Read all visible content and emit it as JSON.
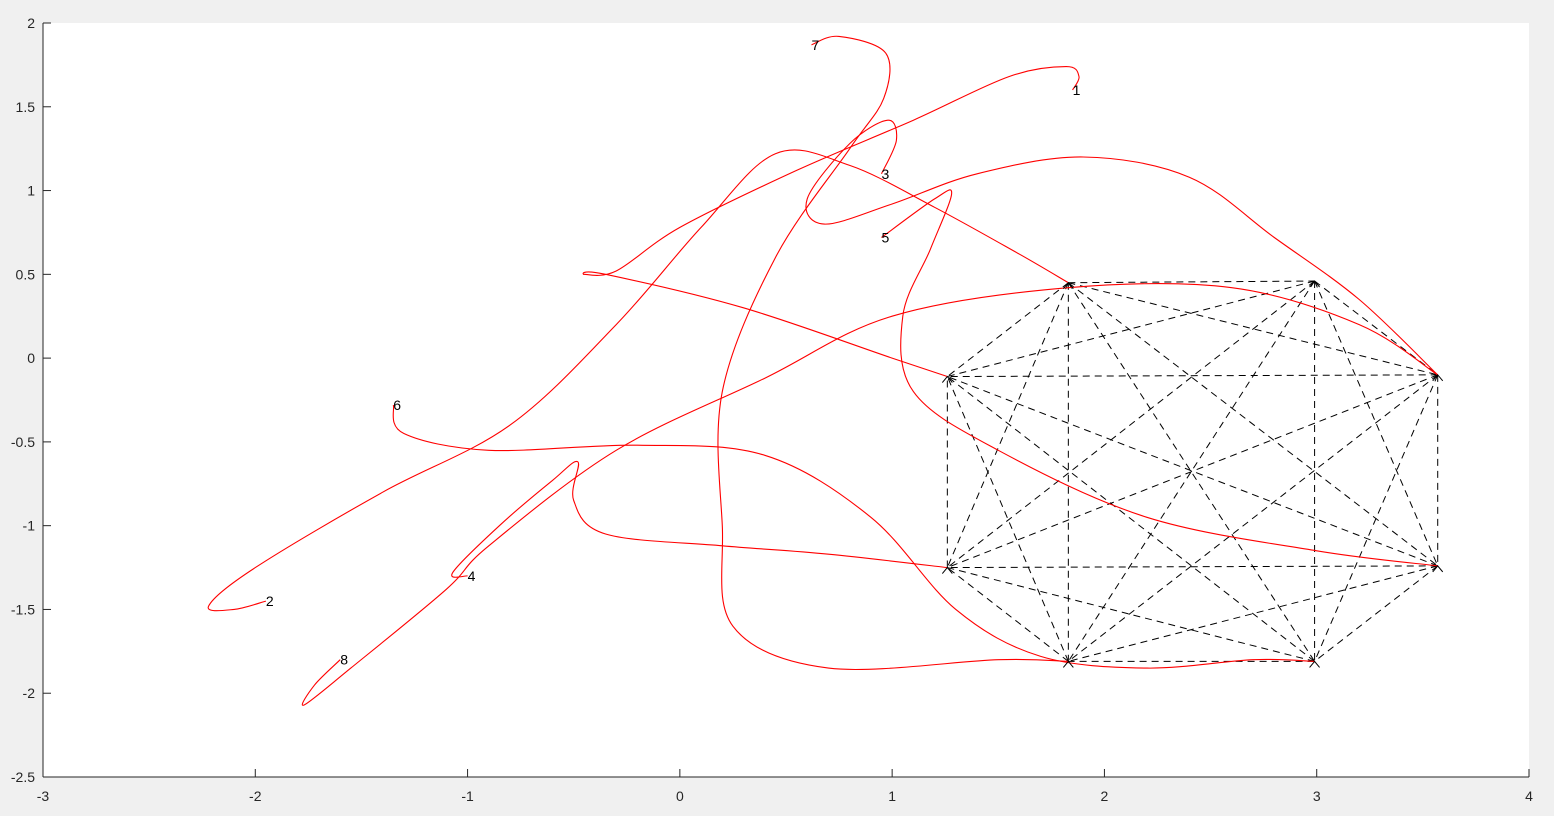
{
  "chart_data": {
    "type": "line",
    "title": "",
    "xlabel": "",
    "ylabel": "",
    "xlim": [
      -3,
      4
    ],
    "ylim": [
      -2.5,
      2
    ],
    "grid": false,
    "xticks": [
      -3,
      -2,
      -1,
      0,
      1,
      2,
      3,
      4
    ],
    "yticks": [
      -2.5,
      -2,
      -1.5,
      -1,
      -0.5,
      0,
      0.5,
      1,
      1.5,
      2
    ],
    "xtick_labels": [
      "-3",
      "-2",
      "-1",
      "0",
      "1",
      "2",
      "3",
      "4"
    ],
    "ytick_labels": [
      "-2.5",
      "-2",
      "-1.5",
      "-1",
      "-0.5",
      "0",
      "0.5",
      "1",
      "1.5",
      "2"
    ],
    "colors": {
      "curve": "#ff0000",
      "graph": "#000000",
      "axes": "#262626",
      "background": "#ffffff",
      "figure": "#f0f0f0"
    },
    "start_points": [
      {
        "label": "1",
        "x": 1.85,
        "y": 1.6
      },
      {
        "label": "2",
        "x": -1.95,
        "y": -1.45
      },
      {
        "label": "3",
        "x": 0.95,
        "y": 1.1
      },
      {
        "label": "4",
        "x": -1.0,
        "y": -1.3
      },
      {
        "label": "5",
        "x": 0.95,
        "y": 0.72
      },
      {
        "label": "6",
        "x": -1.35,
        "y": -0.28
      },
      {
        "label": "7",
        "x": 0.62,
        "y": 1.87
      },
      {
        "label": "8",
        "x": -1.6,
        "y": -1.8
      }
    ],
    "graph_nodes": [
      {
        "x": 1.83,
        "y": 0.45
      },
      {
        "x": 2.99,
        "y": 0.46
      },
      {
        "x": 3.57,
        "y": -0.1
      },
      {
        "x": 3.57,
        "y": -1.24
      },
      {
        "x": 2.99,
        "y": -1.81
      },
      {
        "x": 1.83,
        "y": -1.81
      },
      {
        "x": 1.26,
        "y": -1.25
      },
      {
        "x": 1.26,
        "y": -0.11
      }
    ],
    "series": [
      {
        "points": [
          [
            1.85,
            1.6
          ],
          [
            1.88,
            1.68
          ],
          [
            1.82,
            1.74
          ],
          [
            1.55,
            1.68
          ],
          [
            1.1,
            1.42
          ],
          [
            0.55,
            1.12
          ],
          [
            0.0,
            0.78
          ],
          [
            -0.3,
            0.52
          ],
          [
            -0.45,
            0.5
          ],
          [
            -0.35,
            0.5
          ],
          [
            0.3,
            0.3
          ],
          [
            1.0,
            0.0
          ],
          [
            1.26,
            -0.11
          ]
        ]
      },
      {
        "points": [
          [
            -1.95,
            -1.45
          ],
          [
            -2.1,
            -1.5
          ],
          [
            -2.22,
            -1.48
          ],
          [
            -2.0,
            -1.25
          ],
          [
            -1.4,
            -0.8
          ],
          [
            -0.8,
            -0.4
          ],
          [
            -0.3,
            0.2
          ],
          [
            0.1,
            0.78
          ],
          [
            0.45,
            1.22
          ],
          [
            0.8,
            1.15
          ],
          [
            1.2,
            0.9
          ],
          [
            1.6,
            0.62
          ],
          [
            1.83,
            0.45
          ]
        ]
      },
      {
        "points": [
          [
            0.95,
            1.1
          ],
          [
            1.02,
            1.3
          ],
          [
            0.98,
            1.42
          ],
          [
            0.8,
            1.28
          ],
          [
            0.6,
            0.95
          ],
          [
            0.68,
            0.8
          ],
          [
            1.0,
            0.92
          ],
          [
            1.4,
            1.1
          ],
          [
            1.9,
            1.2
          ],
          [
            2.4,
            1.08
          ],
          [
            2.8,
            0.72
          ],
          [
            3.2,
            0.35
          ],
          [
            3.57,
            -0.1
          ]
        ]
      },
      {
        "points": [
          [
            -1.0,
            -1.3
          ],
          [
            -1.07,
            -1.28
          ],
          [
            -0.85,
            -1.0
          ],
          [
            -0.6,
            -0.73
          ],
          [
            -0.48,
            -0.62
          ],
          [
            -0.5,
            -0.85
          ],
          [
            -0.35,
            -1.05
          ],
          [
            0.2,
            -1.12
          ],
          [
            0.7,
            -1.17
          ],
          [
            1.26,
            -1.25
          ]
        ]
      },
      {
        "points": [
          [
            0.95,
            0.72
          ],
          [
            1.2,
            0.95
          ],
          [
            1.28,
            0.98
          ],
          [
            1.18,
            0.65
          ],
          [
            1.05,
            0.25
          ],
          [
            1.1,
            -0.2
          ],
          [
            1.5,
            -0.55
          ],
          [
            2.2,
            -0.95
          ],
          [
            3.0,
            -1.15
          ],
          [
            3.57,
            -1.24
          ]
        ]
      },
      {
        "points": [
          [
            -1.35,
            -0.28
          ],
          [
            -1.3,
            -0.45
          ],
          [
            -0.9,
            -0.55
          ],
          [
            -0.2,
            -0.52
          ],
          [
            0.4,
            -0.58
          ],
          [
            0.9,
            -0.95
          ],
          [
            1.3,
            -1.5
          ],
          [
            1.7,
            -1.78
          ],
          [
            2.2,
            -1.85
          ],
          [
            2.7,
            -1.8
          ],
          [
            2.99,
            -1.81
          ]
        ]
      },
      {
        "points": [
          [
            0.62,
            1.87
          ],
          [
            0.75,
            1.92
          ],
          [
            0.97,
            1.82
          ],
          [
            0.96,
            1.55
          ],
          [
            0.8,
            1.25
          ],
          [
            0.45,
            0.6
          ],
          [
            0.2,
            -0.2
          ],
          [
            0.2,
            -1.0
          ],
          [
            0.25,
            -1.6
          ],
          [
            0.7,
            -1.85
          ],
          [
            1.5,
            -1.8
          ],
          [
            1.83,
            -1.81
          ]
        ]
      },
      {
        "points": [
          [
            -1.6,
            -1.8
          ],
          [
            -1.72,
            -1.95
          ],
          [
            -1.77,
            -2.07
          ],
          [
            -1.55,
            -1.85
          ],
          [
            -1.1,
            -1.38
          ],
          [
            -0.9,
            -1.12
          ],
          [
            -0.3,
            -0.55
          ],
          [
            0.4,
            -0.12
          ],
          [
            1.0,
            0.25
          ],
          [
            1.83,
            0.42
          ],
          [
            2.6,
            0.42
          ],
          [
            3.2,
            0.2
          ],
          [
            3.57,
            -0.1
          ]
        ]
      }
    ]
  }
}
